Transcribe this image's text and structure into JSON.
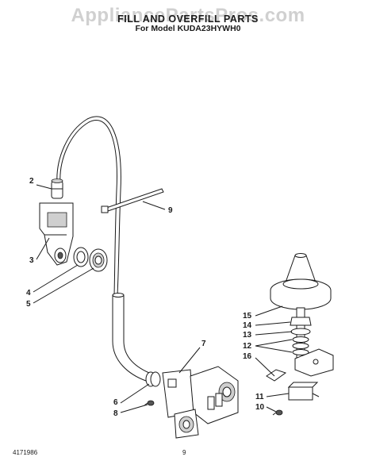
{
  "header": {
    "watermark": "AppliancePartsPros.com",
    "title": "FILL AND OVERFILL PARTS",
    "subtitle": "For Model KUDA23HYWH0"
  },
  "callouts": [
    "2",
    "3",
    "4",
    "5",
    "9",
    "7",
    "6",
    "8",
    "15",
    "14",
    "13",
    "12",
    "16",
    "11",
    "10"
  ],
  "footer": {
    "doc_number": "4171986",
    "page_number": "9"
  }
}
